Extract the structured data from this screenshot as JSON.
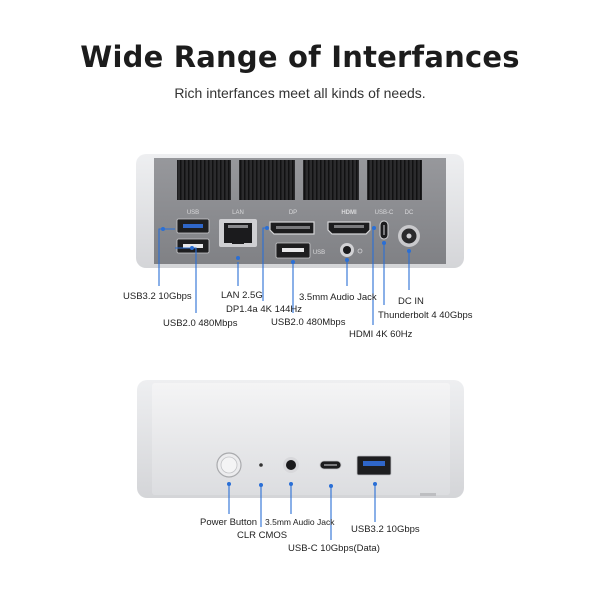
{
  "header": {
    "title": "Wide Range of Interfances",
    "subtitle": "Rich interfances meet all kinds of needs."
  },
  "rear_panel": {
    "port_markings": {
      "usb": "USB",
      "lan": "LAN",
      "dp": "DP",
      "hdmi": "HDMI",
      "usb_c": "USB-C",
      "dc": "DC",
      "usb2": "USB"
    },
    "labels": {
      "usb32": "USB3.2 10Gbps",
      "usb20_left": "USB2.0 480Mbps",
      "lan": "LAN 2.5G",
      "dp": "DP1.4a 4K 144Hz",
      "usb20_mid": "USB2.0 480Mbps",
      "audio": "3.5mm Audio Jack",
      "hdmi": "HDMI 4K 60Hz",
      "thunderbolt": "Thunderbolt 4 40Gbps",
      "dc": "DC IN"
    }
  },
  "front_panel": {
    "labels": {
      "power": "Power Button",
      "clr": "CLR CMOS",
      "audio": "3.5mm Audio Jack",
      "usbc": "USB-C 10Gbps(Data)",
      "usb32": "USB3.2 10Gbps"
    }
  },
  "colors": {
    "accent_blue": "#2a6fd6",
    "rear_panel_gray": "#8e8f93",
    "chassis_silver": "#e3e4e6"
  }
}
